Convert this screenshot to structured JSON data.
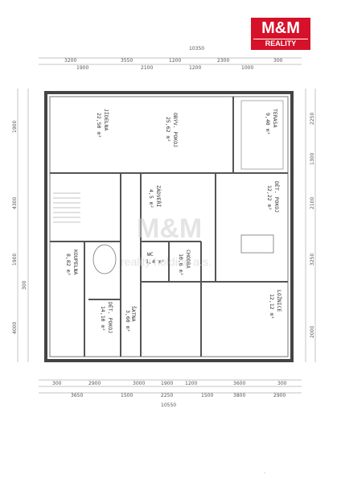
{
  "logo": {
    "brand": "M&M",
    "sub": "REALITY",
    "color": "#d6112a"
  },
  "dims": {
    "top_total": "10350",
    "top_row": [
      "3200",
      "3550",
      "1200",
      "2300",
      "300"
    ],
    "top_row2": [
      "1900",
      "2100",
      "1200",
      "1000"
    ],
    "bottom_row": [
      "300",
      "2900",
      "3000",
      "1900",
      "1200",
      "3600",
      "300"
    ],
    "bottom_row2": [
      "3650",
      "1500",
      "2250",
      "1500",
      "3800",
      "2900"
    ],
    "bottom_total": "10550",
    "left_col": [
      "1900",
      "4300",
      "1900",
      "300",
      "4000"
    ],
    "right_col": [
      "2250",
      "1300",
      "2100",
      "3250",
      "2000"
    ]
  },
  "rooms": {
    "jidelna": [
      "JÍDELNA",
      "22,50 m²"
    ],
    "obyvaci": [
      "OBÝV. POKOJ",
      "25,62 m²"
    ],
    "terasa": [
      "TERASA",
      "9,40 m²"
    ],
    "loznice": [
      "LOŽNICE",
      "12,12 m²"
    ],
    "det_pokoj_r": [
      "DĚT. POKOJ",
      "12,22 m²"
    ],
    "koupelna": [
      "KOUPELNA",
      "8,82 m²"
    ],
    "det_pokoj_l": [
      "DĚT. POKOJ",
      "14,10 m²"
    ],
    "satna": [
      "ŠATNA",
      "3,60 m²"
    ],
    "chodba": [
      "CHODBA",
      "10,6 m²"
    ],
    "wc": [
      "WC",
      "1,4 m²"
    ],
    "zadveri": [
      "ZÁDVEŘÍ",
      "4,5 m²"
    ]
  },
  "watermark": {
    "line1": "M&M",
    "line2": "reality holding a.s."
  }
}
